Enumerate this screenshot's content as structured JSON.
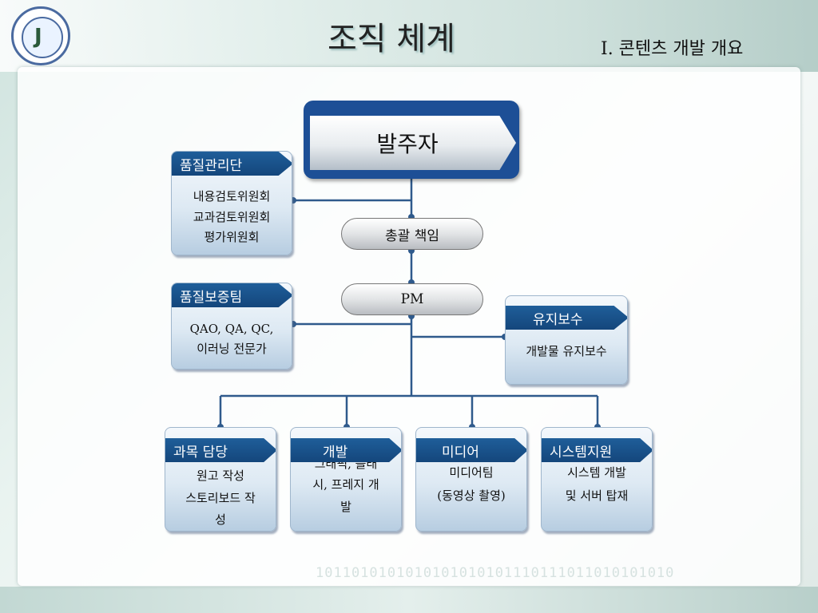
{
  "header": {
    "title": "조직 체계",
    "subtitle": "I. 콘텐츠 개발 개요"
  },
  "background": {
    "binary_strip": "1011010101010101010101110111011010101010"
  },
  "nodes": {
    "client": "발주자",
    "general": "총괄 책임",
    "pm": "PM"
  },
  "quality_management": {
    "label": "품질관리단",
    "lines": [
      "내용검토위원회",
      "교과검토위원회",
      "평가위원회"
    ]
  },
  "quality_assurance": {
    "label": "품질보증팀",
    "lines": [
      "QAO, QA, QC,",
      "이러닝 전문가"
    ]
  },
  "maintenance": {
    "label": "유지보수",
    "lines": [
      "개발물 유지보수"
    ]
  },
  "teams": [
    {
      "label": "과목 담당",
      "lines": [
        "원고 작성",
        "스토리보드 작",
        "성"
      ]
    },
    {
      "label": "개발",
      "lines": [
        "그래픽, 플래",
        "시, 프레지 개",
        "발"
      ]
    },
    {
      "label": "미디어",
      "lines": [
        "미디어팀",
        "(동영상 촬영)"
      ]
    },
    {
      "label": "시스템지원",
      "lines": [
        "시스템 개발",
        "및 서버 탑재"
      ]
    }
  ],
  "colors": {
    "accent": "#1d4f96",
    "connector": "#2f5a8c"
  }
}
